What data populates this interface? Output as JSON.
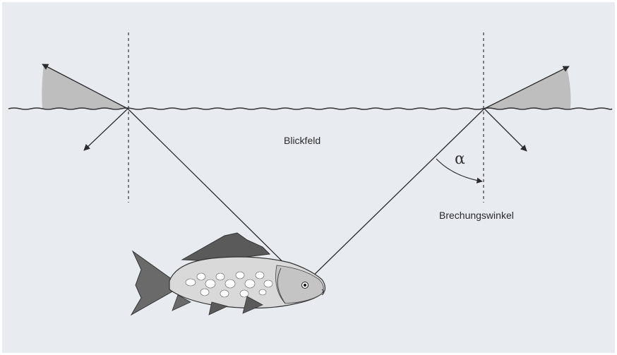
{
  "labels": {
    "field_of_view": "Blickfeld",
    "refraction_angle": "Brechungswinkel",
    "angle_symbol": "α"
  },
  "colors": {
    "background": "#e8ebef",
    "lines": "#2b2b2b",
    "cone_fill": "#b9b9b9"
  }
}
